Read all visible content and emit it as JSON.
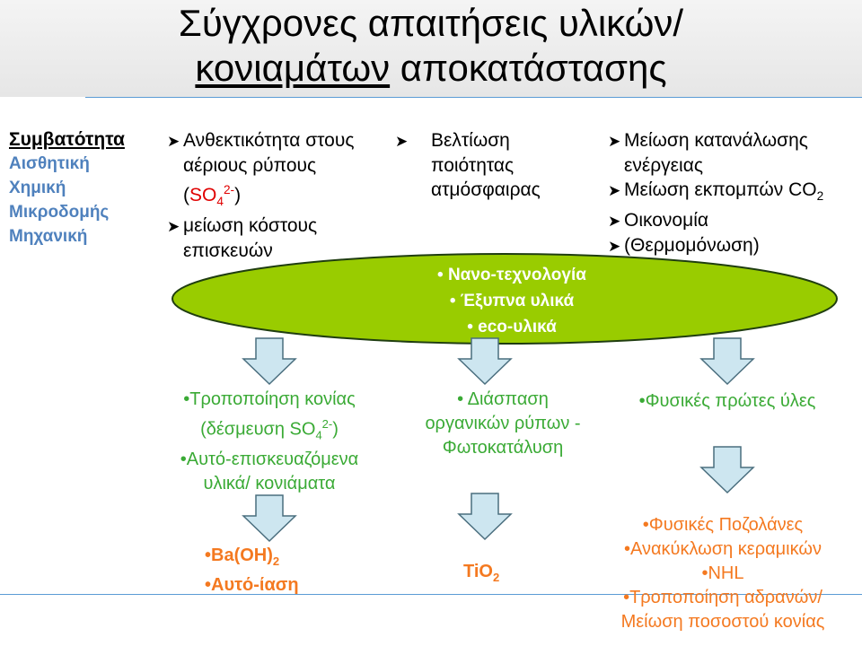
{
  "title": {
    "line1": "Σύγχρονες απαιτήσεις υλικών/",
    "line2_underlined": "κονιαμάτων",
    "line2_rest": " αποκατάστασης"
  },
  "compatibility": {
    "heading": "Συμβατότητα",
    "items": [
      "Αισθητική",
      "Χημική",
      "Μικροδομής",
      "Μηχανική"
    ]
  },
  "col1": {
    "item1_line1": "Ανθεκτικότητα στους",
    "item1_line2": "αέριους ρύπους",
    "item1_formula_open": "(",
    "item1_formula_so": "SO",
    "item1_formula_sub": "4",
    "item1_formula_sup": "2-",
    "item1_formula_close": ")",
    "item2_line1": "μείωση κόστους",
    "item2_line2": "επισκευών"
  },
  "col2": {
    "line1": "Βελτίωση",
    "line2": "ποιότητας",
    "line3": "ατμόσφαιρας"
  },
  "col3": {
    "item1_line1": "Μείωση κατανάλωσης",
    "item1_line2": "ενέργειας",
    "item2_text": "Μείωση εκπομπών CO",
    "item2_sub": "2",
    "item3": "Οικονομία",
    "item4": "(Θερμομόνωση)"
  },
  "ellipse": {
    "items": [
      "• Νανο-τεχνολογία",
      "• Έξυπνα υλικά",
      "• eco-υλικά"
    ]
  },
  "green_left": {
    "line1": "•Τροποποίηση κονίας",
    "line2_prefix": "(δέσμευση  SO",
    "line2_sub": "4",
    "line2_sup": "2-",
    "line2_suffix": ")",
    "line3": "•Αυτό-επισκευαζόμενα",
    "line4": "υλικά/ κονιάματα"
  },
  "green_mid": {
    "line1": "• Διάσπαση",
    "line2": "οργανικών ρύπων -",
    "line3": "Φωτοκατάλυση"
  },
  "green_right": {
    "line1": "•Φυσικές πρώτες ύλες"
  },
  "orange_left": {
    "line1_text": "•Ba(OH)",
    "line1_sub": "2",
    "line2": "•Αυτό-ίαση"
  },
  "orange_mid": {
    "text": "TiO",
    "sub": "2"
  },
  "orange_right": {
    "items": [
      "•Φυσικές Ποζολάνες",
      "•Ανακύκλωση κεραμικών",
      "•NHL",
      "•Τροποποίηση αδρανών/",
      "Μείωση ποσοστού κονίας"
    ]
  },
  "icons": {
    "bullet": "arrow-bullet-icon",
    "arrow": "down-arrow-icon"
  },
  "colors": {
    "ellipse_fill": "#99cc00",
    "arrow_fill": "#cde6f0",
    "accent_blue": "#4f81bd",
    "green_text": "#3aaa35",
    "orange_text": "#f47920",
    "red_text": "#e00000"
  }
}
